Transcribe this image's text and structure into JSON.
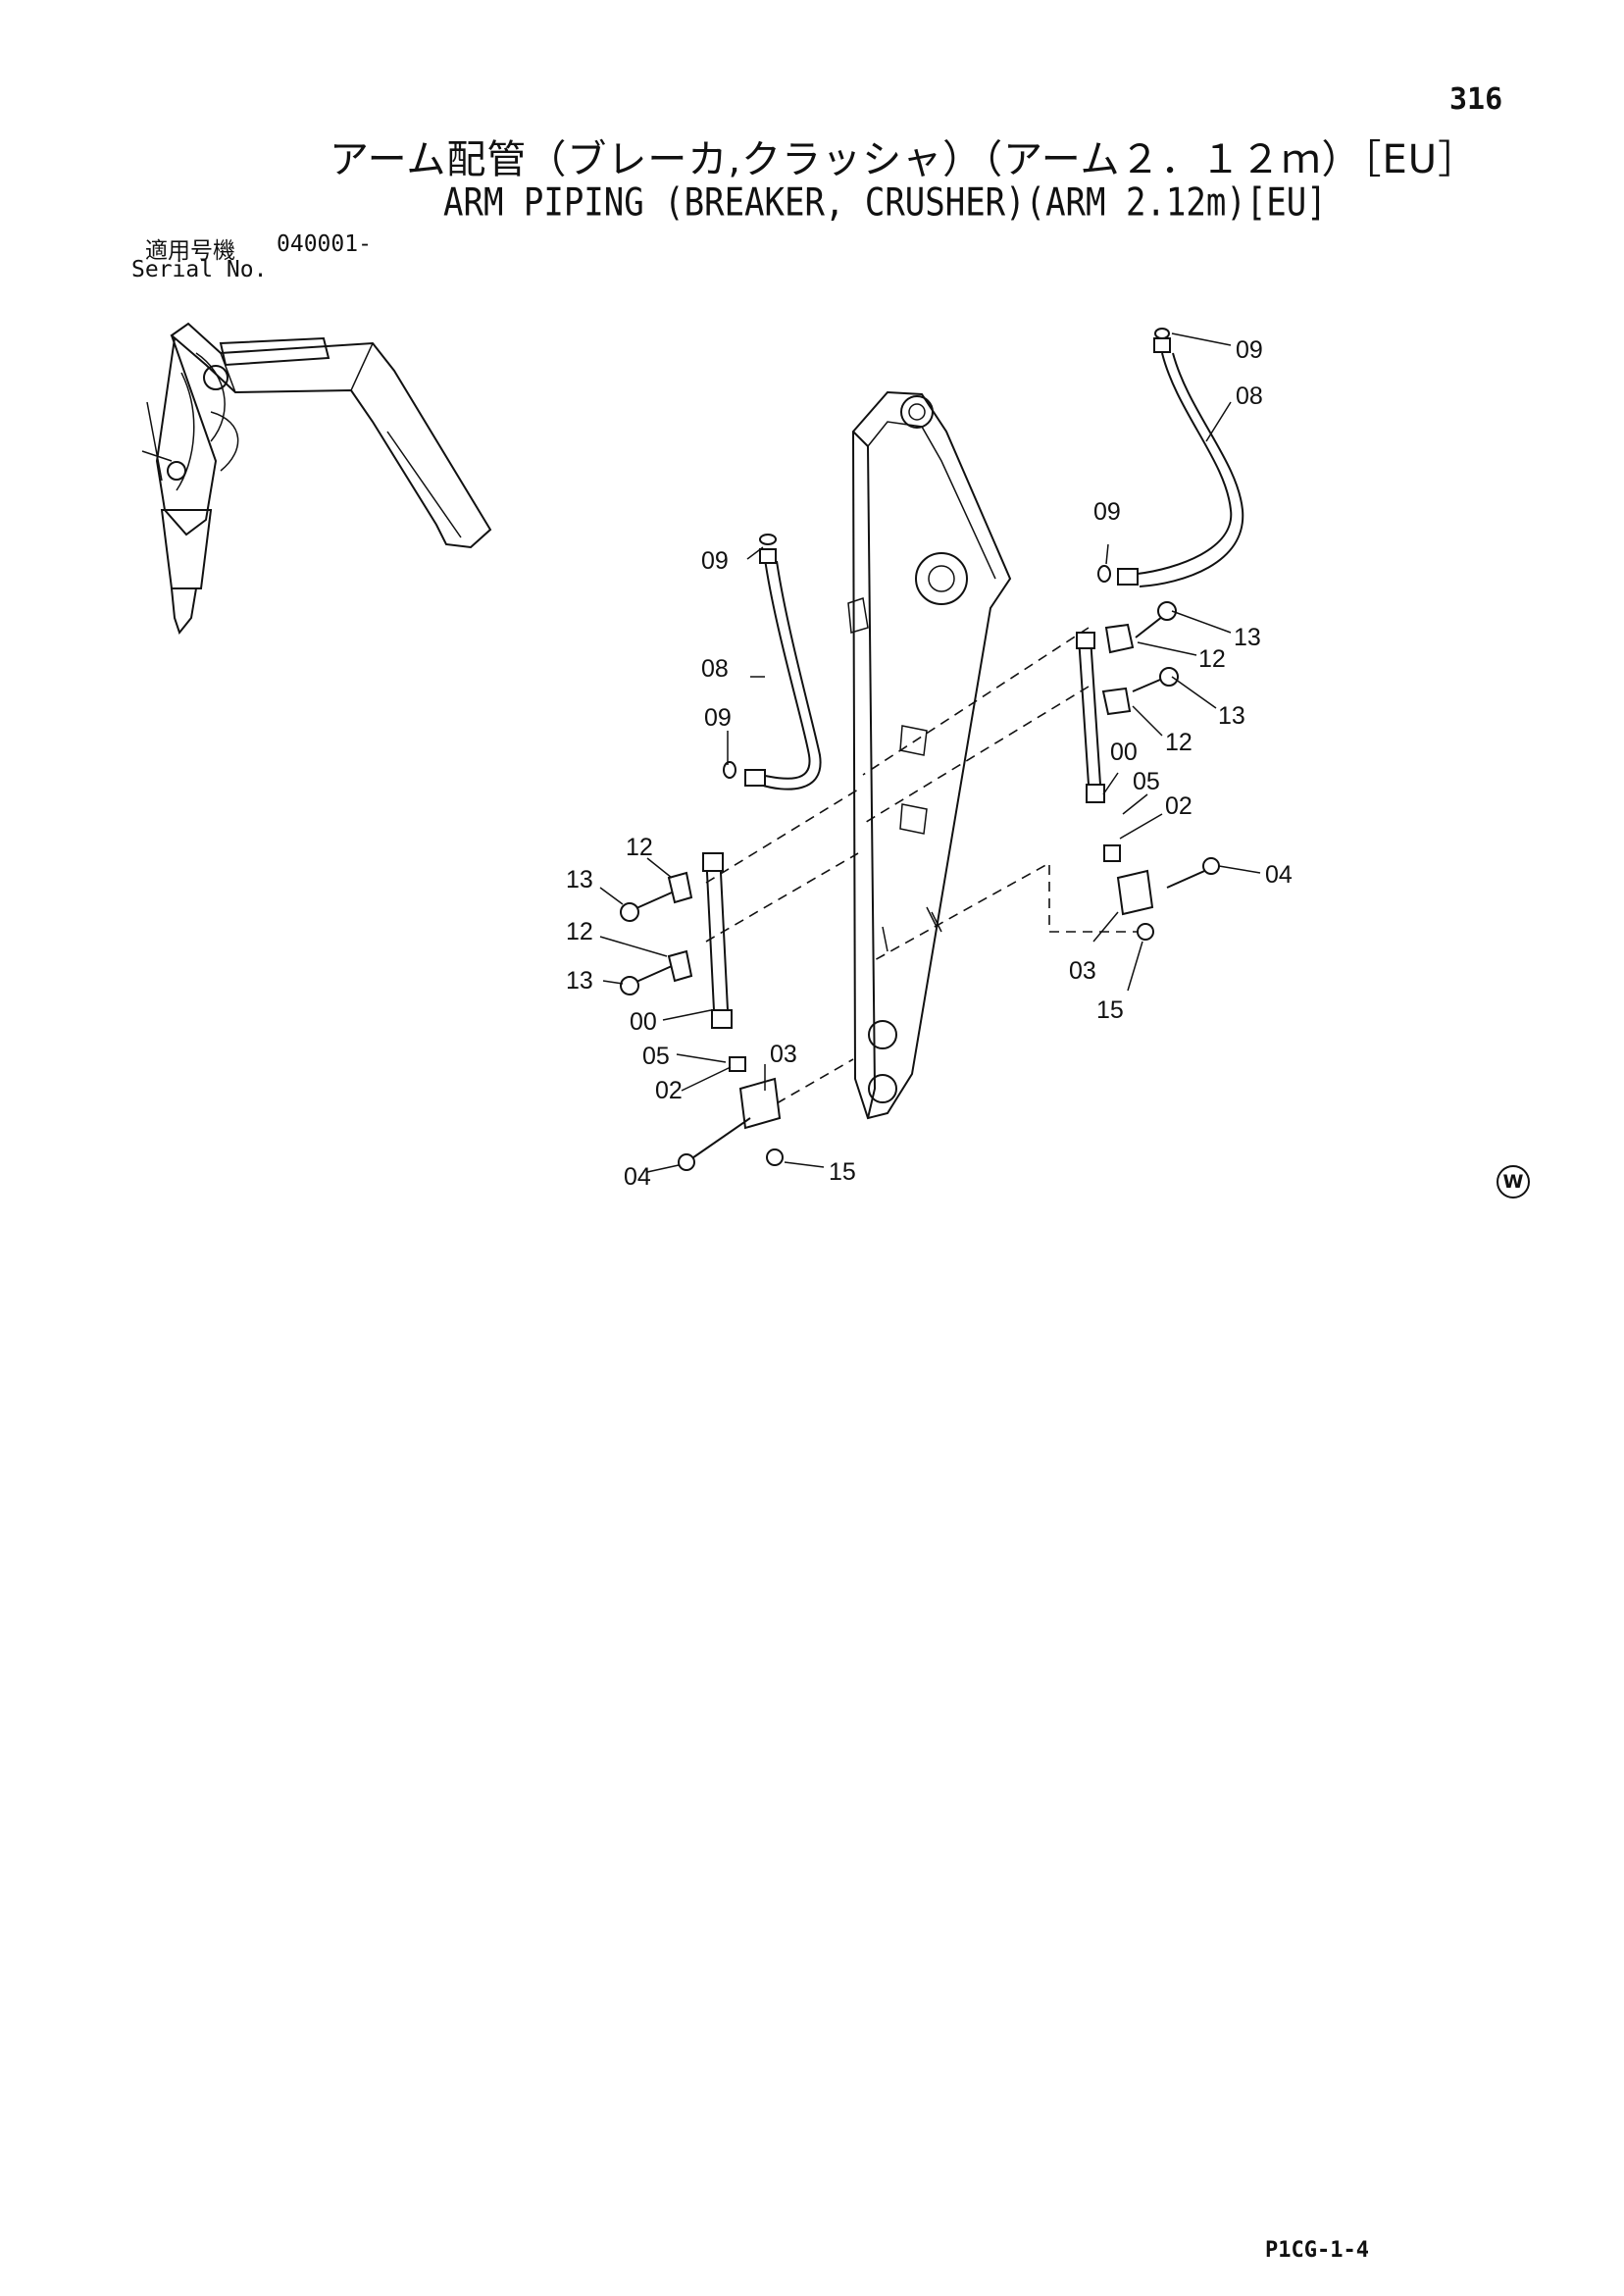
{
  "header": {
    "page_number": "316",
    "title_jp": "アーム配管（ブレーカ,クラッシャ）（アーム２．１２ｍ）［EU］",
    "title_en": "ARM PIPING (BREAKER, CRUSHER)(ARM 2.12m)[EU]"
  },
  "serial": {
    "label_jp": "適用号機",
    "range": "040001-",
    "label_en": "Serial No."
  },
  "callouts": {
    "c09_top": "09",
    "c08_right": "08",
    "c09_mid_right": "09",
    "c13_r1": "13",
    "c12_r1": "12",
    "c13_r2": "13",
    "c12_r2": "12",
    "c00_right": "00",
    "c05_right": "05",
    "c02_right": "02",
    "c04_right": "04",
    "c03_right": "03",
    "c15_right": "15",
    "c09_left_top": "09",
    "c08_left": "08",
    "c09_left_mid": "09",
    "c12_l1": "12",
    "c13_l1": "13",
    "c12_l2": "12",
    "c13_l2": "13",
    "c00_left": "00",
    "c05_left": "05",
    "c02_left": "02",
    "c03_left": "03",
    "c04_left": "04",
    "c15_left": "15"
  },
  "watermark": "W",
  "footer": {
    "doc_code": "P1CG-1-4"
  }
}
